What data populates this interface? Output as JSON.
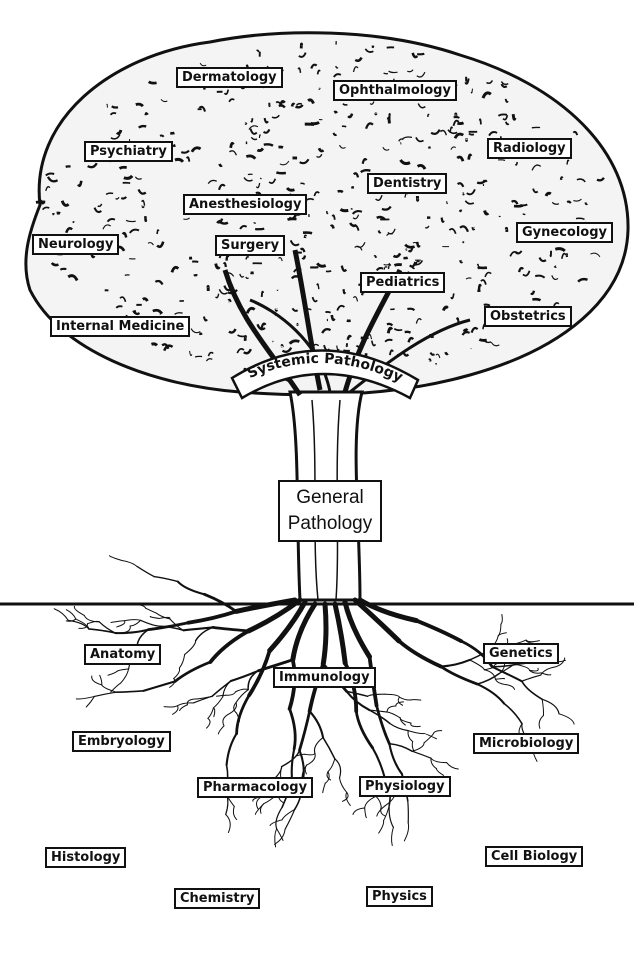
{
  "tree": {
    "branches": [
      "Dermatology",
      "Ophthalmology",
      "Psychiatry",
      "Radiology",
      "Dentistry",
      "Anesthesiology",
      "Neurology",
      "Gynecology",
      "Surgery",
      "Pediatrics",
      "Obstetrics",
      "Internal Medicine"
    ],
    "trunk_band": "Systemic Pathology",
    "trunk_box": [
      "General",
      "Pathology"
    ],
    "roots": [
      "Anatomy",
      "Genetics",
      "Immunology",
      "Embryology",
      "Microbiology",
      "Pharmacology",
      "Physiology",
      "Histology",
      "Cell Biology",
      "Chemistry",
      "Physics"
    ]
  }
}
